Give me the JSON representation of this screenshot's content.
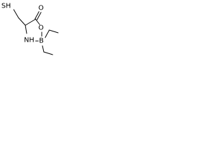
{
  "atoms": {
    "thiol": "SH",
    "carbonyl_oxygen": "O",
    "ring_oxygen": "O",
    "amine": "NH",
    "boron": "B"
  },
  "colors": {
    "ink": "#000000",
    "background": "#ffffff"
  }
}
